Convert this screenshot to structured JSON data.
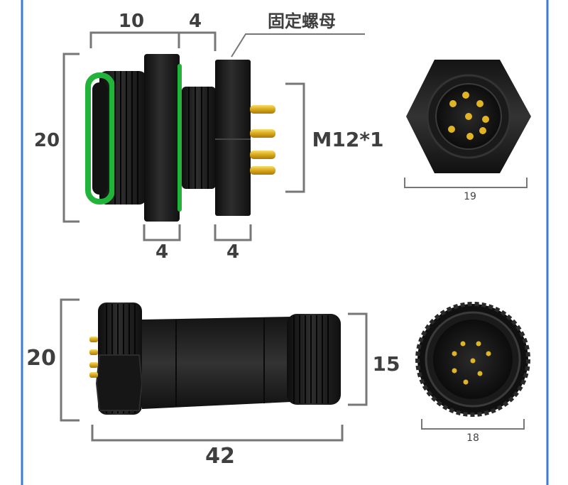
{
  "labels": {
    "top_width": "10",
    "top_gap": "4",
    "nut_label": "固定螺母",
    "panel_height": "20",
    "thread_spec": "M12*1",
    "flange_thickness": "4",
    "nut_thickness": "4",
    "front_face_width": "19",
    "plug_height": "20",
    "plug_end_height": "15",
    "plug_length": "42",
    "plug_face_width": "18"
  },
  "colors": {
    "frame_blue": "#3a7bd5",
    "body_black": "#1c1c1c",
    "gasket_green": "#22b33a",
    "pin_gold": "#e0b422",
    "dimension_gray": "#777777"
  }
}
